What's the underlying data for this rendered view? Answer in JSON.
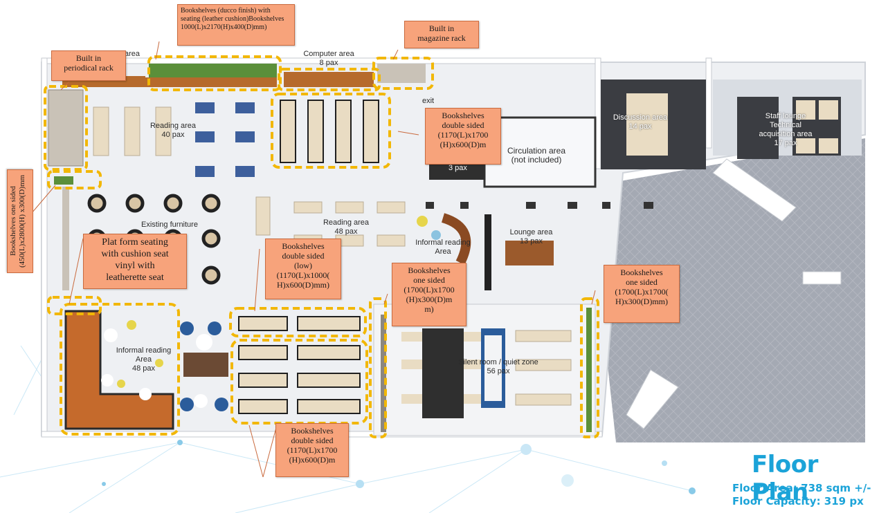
{
  "title": "Floor Plan",
  "floor_area": "Floor Area: 738 sqm +/-",
  "floor_capacity": "Floor Capacity: 319 px",
  "callouts": {
    "top_bookshelves": "Bookshelves (ducco finish) with seating (leather cushion)Bookshelves 1000(L)x2170(H)x400(D)mm)",
    "magazine_rack": "Built in\nmagazine rack",
    "periodical_rack": "Built in\nperiodical rack",
    "bookshelves_top_right": "Bookshelves\ndouble sided\n(1170(L)x1700\n(H)x600(D)m",
    "bookshelves_one_sided_vertical": "Bookshelves one sided (450(L)x2800(H) x300(D)mm",
    "platform_seating": "Plat form seating\nwith cushion seat\nvinyl with\nleatherette seat",
    "bookshelves_low": "Bookshelves\ndouble sided\n(low)\n(1170(L)x1000(\nH)x600(D)mm)",
    "bookshelves_one_sided_mid": "Bookshelves\none sided\n(1700(L)x1700\n(H)x300(D)m\nm)",
    "bookshelves_one_sided_right": "Bookshelves\none sided\n(1700(L)x1700(\nH)x300(D)mm)",
    "bookshelves_bottom": "Bookshelves\ndouble sided\n(1170(L)x1700\n(H)x600(D)m"
  },
  "zones": {
    "top_area_fragment": "area",
    "computer_area": "Computer area\n8 pax",
    "exit": "exit",
    "reading_area_1": "Reading area\n40 pax",
    "circulation_area": "Circulation area\n(not included)",
    "circulation_pax": "3 pax",
    "discussion_area": "Discussion area\n14 pax",
    "staff_lounge": "Staff lounge\nTechnical\nacquisition area\n17 pax",
    "existing_furniture": "Existing furniture",
    "reading_area_2": "Reading area\n48 pax",
    "informal_reading_1": "Informal reading\nArea",
    "lounge_area": "Lounge area\n13 pax",
    "informal_reading_2": "Informal reading\nArea\n48 pax",
    "silent_room": "Silent room / quiet zone\n56 pax"
  },
  "colors": {
    "title": "#1ba3d8",
    "callout_fill": "#f7a37b",
    "dashed_outline": "#f2b705",
    "floor": "#eef0f3",
    "outdoor": "#9aa0ab"
  }
}
